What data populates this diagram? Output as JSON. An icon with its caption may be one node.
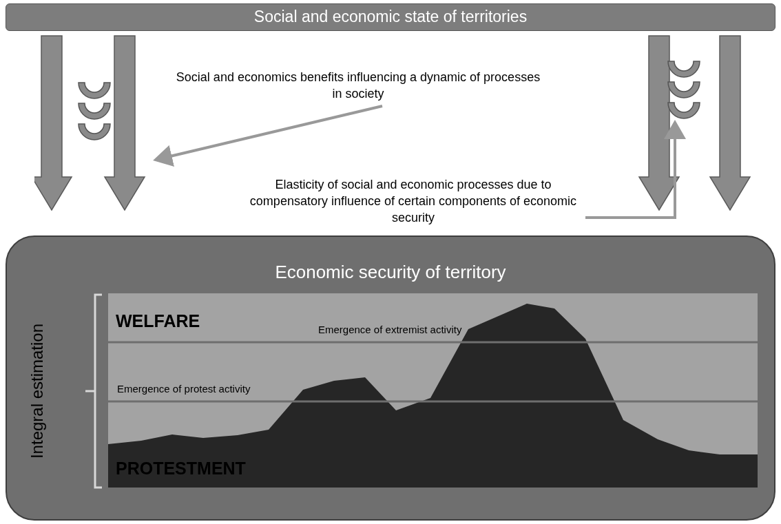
{
  "diagram": {
    "nodes": [
      {
        "text": [
          "Social and economic state of territories"
        ]
      },
      {
        "text": [
          "Social and economics benefits influencing a dynamic of processes in society"
        ]
      },
      {
        "text": [],
        "shape": "picture"
      },
      {
        "text": [
          "Elasticity of social and economic processes due to compensatory influence of certain components of economic security"
        ]
      },
      {
        "text": [],
        "shape": "picture"
      },
      {
        "text": [
          "Economic security of territory"
        ]
      }
    ],
    "edges": [
      {
        "from": 1,
        "to": 2,
        "arrow": "to"
      },
      {
        "from": 3,
        "to": 4,
        "arrow": "to"
      }
    ],
    "labels": [
      "Integral estimation",
      "WELFARE",
      "Emergence of extremist activity",
      "Emergence of protest activity",
      "PROTESTMENT"
    ]
  }
}
